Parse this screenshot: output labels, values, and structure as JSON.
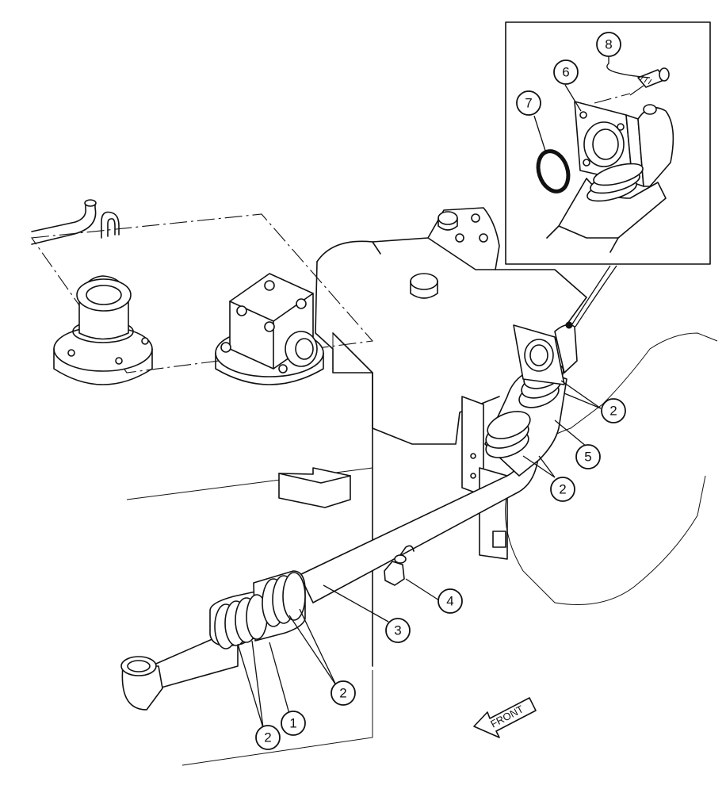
{
  "callouts": [
    {
      "id": "c1",
      "label": "1"
    },
    {
      "id": "c2a",
      "label": "2"
    },
    {
      "id": "c2b",
      "label": "2"
    },
    {
      "id": "c2c",
      "label": "2"
    },
    {
      "id": "c2d",
      "label": "2"
    },
    {
      "id": "c3",
      "label": "3"
    },
    {
      "id": "c4",
      "label": "4"
    },
    {
      "id": "c5",
      "label": "5"
    },
    {
      "id": "c6",
      "label": "6"
    },
    {
      "id": "c7",
      "label": "7"
    },
    {
      "id": "c8",
      "label": "8"
    }
  ],
  "front_label": "FRONT"
}
